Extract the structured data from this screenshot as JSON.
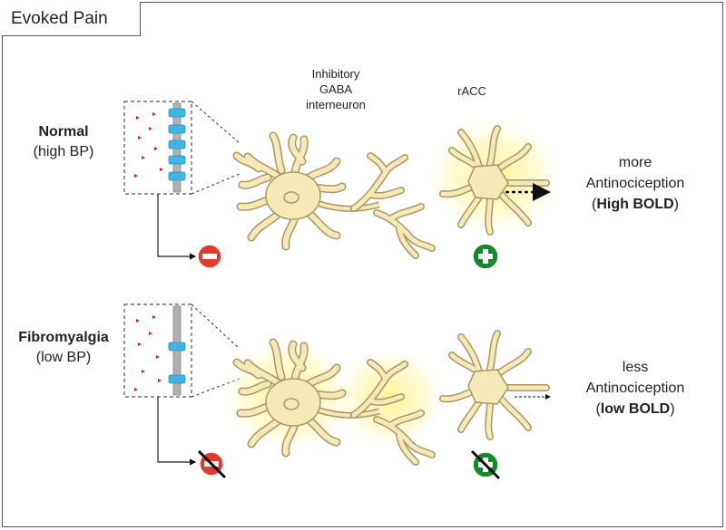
{
  "title": "Evoked Pain",
  "labels": {
    "interneuron": [
      "Inhibitory",
      "GABA",
      "interneuron"
    ],
    "racc": "rACC"
  },
  "rows": [
    {
      "condition": "Normal",
      "bp": "(high BP)",
      "outcome_line1": "more",
      "outcome_line2": "Antinociception",
      "outcome_open": "(",
      "outcome_bold": "High BOLD",
      "outcome_close": ")"
    },
    {
      "condition": "Fibromyalgia",
      "bp": "(low BP)",
      "outcome_line1": "less",
      "outcome_line2": "Antinociception",
      "outcome_open": "(",
      "outcome_bold": "low BOLD",
      "outcome_close": ")"
    }
  ],
  "colors": {
    "neuron_fill": "#f5e9b5",
    "neuron_stroke": "#a89868",
    "glow": "#fff3a0",
    "receptor": "#3fb6e6",
    "ligand": "#d42020",
    "inhibit_sign": "#e23b2e",
    "excite_sign": "#128a2a"
  }
}
